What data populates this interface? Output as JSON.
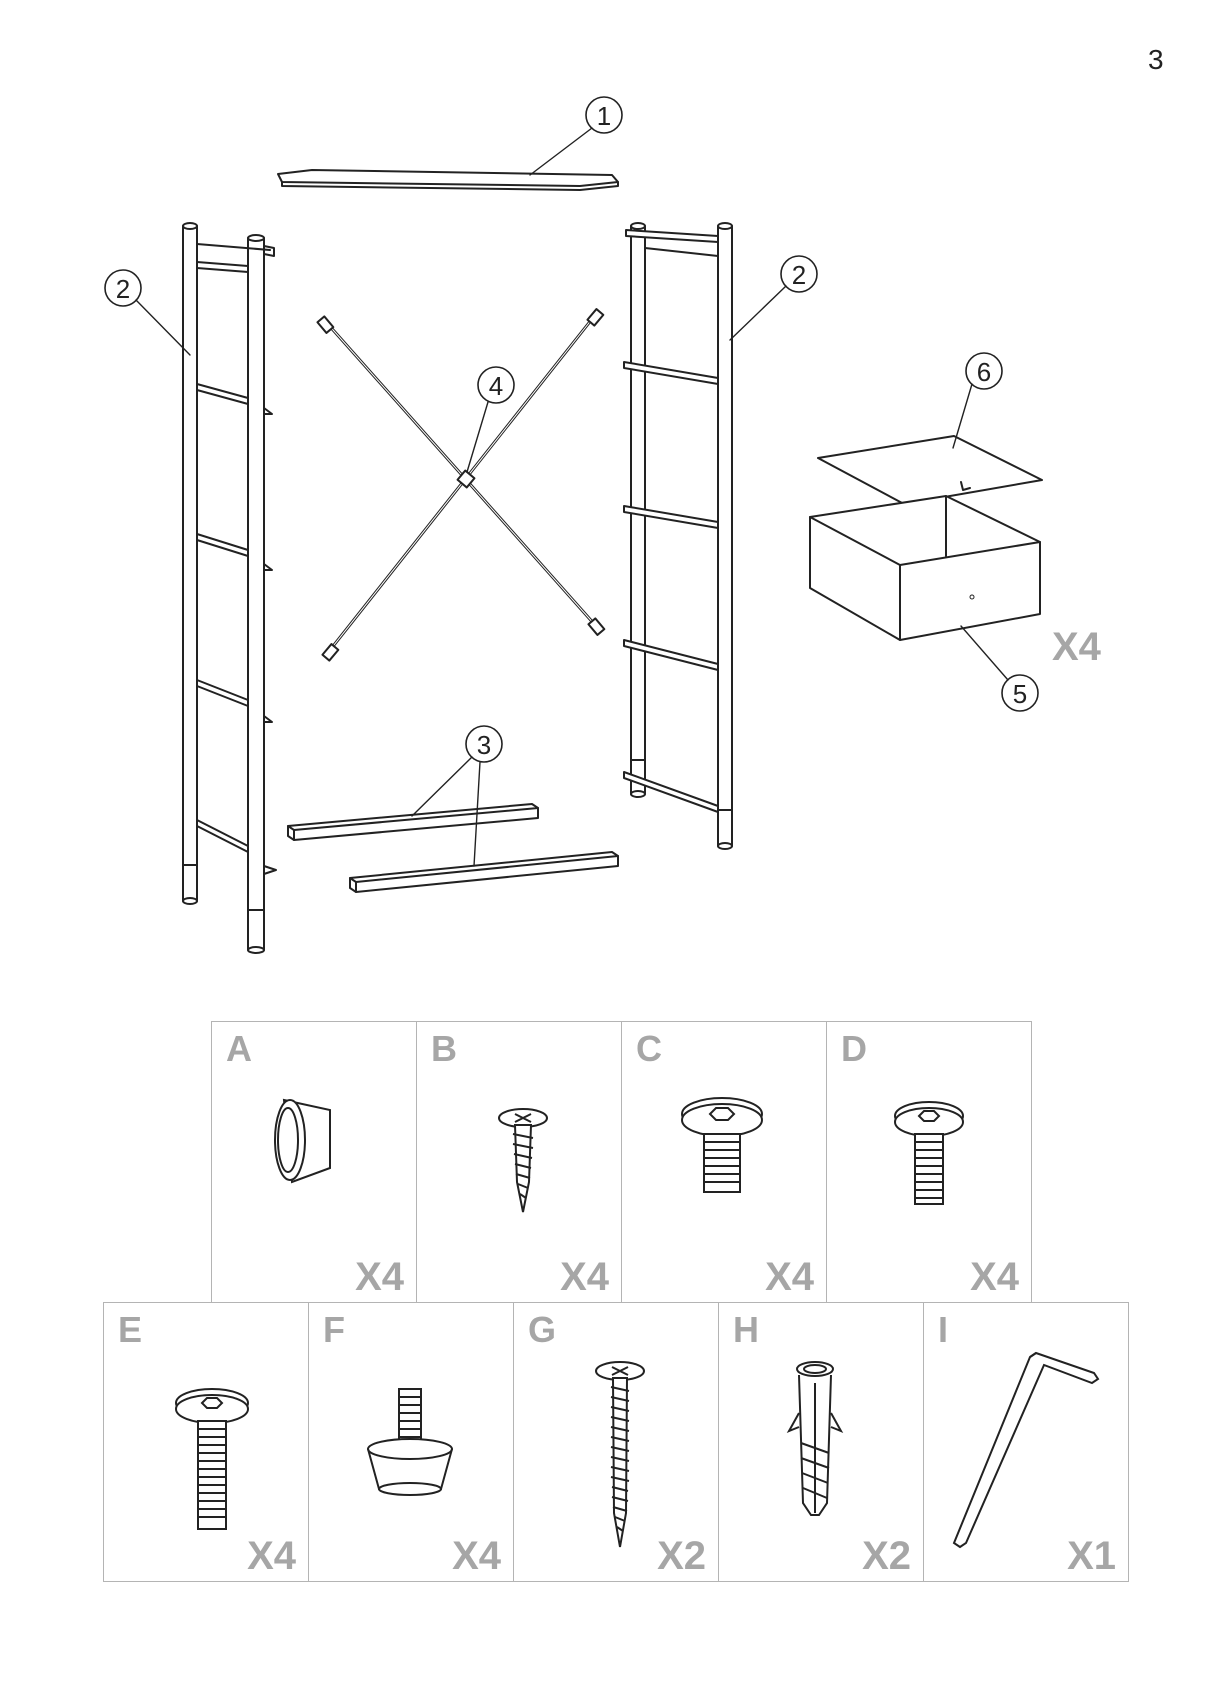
{
  "page": {
    "number": "3"
  },
  "callouts": {
    "c1": "1",
    "c2a": "2",
    "c2b": "2",
    "c3": "3",
    "c4": "4",
    "c5": "5",
    "c6": "6"
  },
  "drawer_qty": "X4",
  "hardware_top": [
    {
      "letter": "A",
      "qty": "X4",
      "icon": "rubber-foot-cap-icon"
    },
    {
      "letter": "B",
      "qty": "X4",
      "icon": "wood-screw-icon"
    },
    {
      "letter": "C",
      "qty": "X4",
      "icon": "hex-bolt-short-icon"
    },
    {
      "letter": "D",
      "qty": "X4",
      "icon": "hex-bolt-medium-icon"
    }
  ],
  "hardware_bottom": [
    {
      "letter": "E",
      "qty": "X4",
      "icon": "hex-bolt-long-icon"
    },
    {
      "letter": "F",
      "qty": "X4",
      "icon": "adjustable-foot-icon"
    },
    {
      "letter": "G",
      "qty": "X2",
      "icon": "long-wood-screw-icon"
    },
    {
      "letter": "H",
      "qty": "X2",
      "icon": "wall-plug-icon"
    },
    {
      "letter": "I",
      "qty": "X1",
      "icon": "allen-key-icon"
    }
  ]
}
